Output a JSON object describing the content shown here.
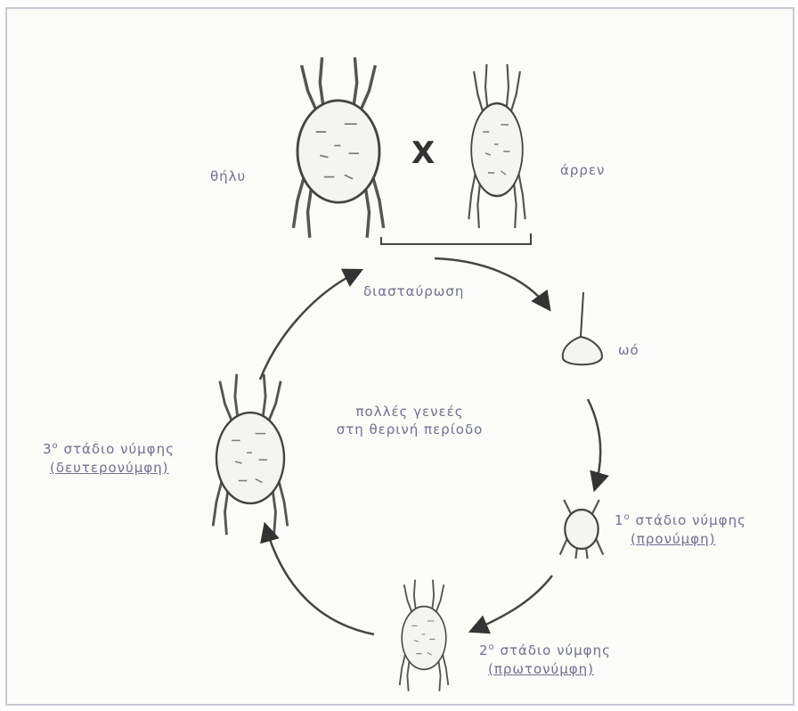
{
  "labels": {
    "female": "θήλυ",
    "male": "άρρεν",
    "cross_symbol": "X",
    "crossing": "διασταύρωση",
    "egg": "ωό",
    "center_line1": "πολλές γενεές",
    "center_line2": "στη θερινή περίοδο",
    "stage1_num": "1",
    "stage1_sup": "ο",
    "stage1_text": "στάδιο νύμφης",
    "stage1_name": "(προνύμφη)",
    "stage2_num": "2",
    "stage2_sup": "ο",
    "stage2_text": "στάδιο νύμφης",
    "stage2_name": "(πρωτονύμφη)",
    "stage3_num": "3",
    "stage3_sup": "ο",
    "stage3_text": "στάδιο νύμφης",
    "stage3_name": "(δευτερονύμφη)"
  },
  "colors": {
    "text": "#6f7190",
    "ink": "#333333",
    "frame": "#c9cbd6"
  }
}
